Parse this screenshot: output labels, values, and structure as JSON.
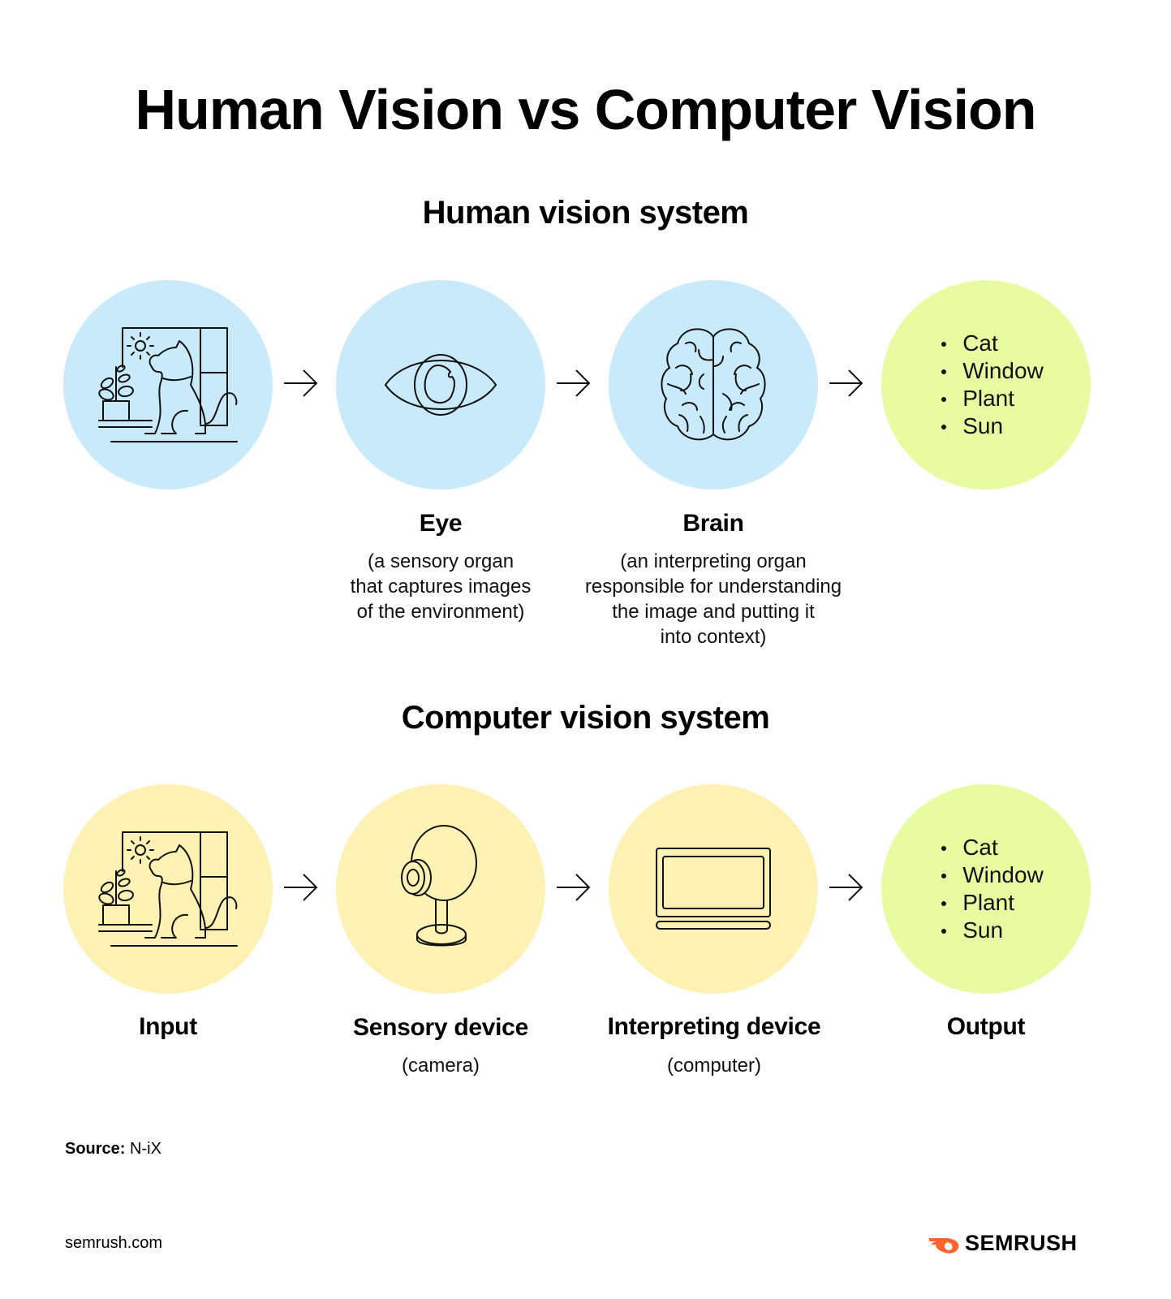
{
  "title": "Human Vision vs Computer Vision",
  "colors": {
    "human_circle": "#C8EAFB",
    "computer_circle": "#FEF1B4",
    "output_circle": "#E9FBA1",
    "brand_orange": "#FF642D",
    "stroke": "#111111"
  },
  "human": {
    "heading": "Human vision system",
    "steps": [
      {
        "icon": "window-cat-plant-scene-icon",
        "label": "",
        "description": ""
      },
      {
        "icon": "eye-icon",
        "label": "Eye",
        "description_lines": [
          "(a sensory organ",
          "that captures images",
          "of the environment)"
        ]
      },
      {
        "icon": "brain-icon",
        "label": "Brain",
        "description_lines": [
          "(an interpreting organ",
          "responsible for understanding",
          "the image and putting it",
          "into context)"
        ]
      },
      {
        "icon": "output-list",
        "label": "",
        "items": [
          "Cat",
          "Window",
          "Plant",
          "Sun"
        ]
      }
    ]
  },
  "computer": {
    "heading": "Computer vision system",
    "steps": [
      {
        "icon": "window-cat-plant-scene-icon",
        "label": "Input",
        "description": ""
      },
      {
        "icon": "webcam-icon",
        "label": "Sensory device",
        "description": "(camera)"
      },
      {
        "icon": "laptop-icon",
        "label": "Interpreting device",
        "description": "(computer)"
      },
      {
        "icon": "output-list",
        "label": "Output",
        "items": [
          "Cat",
          "Window",
          "Plant",
          "Sun"
        ]
      }
    ]
  },
  "footer": {
    "source_label": "Source:",
    "source_value": "N-iX",
    "site": "semrush.com",
    "brand": "SEMRUSH"
  }
}
